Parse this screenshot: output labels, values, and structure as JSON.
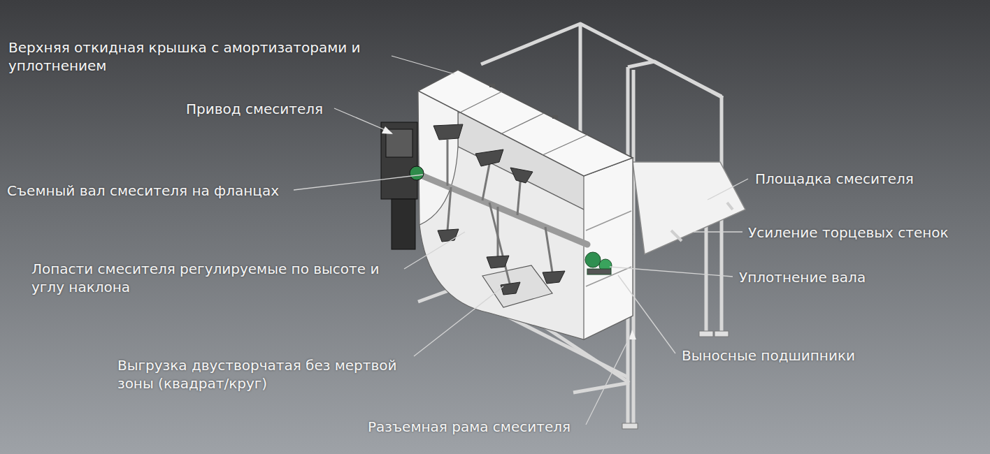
{
  "diagram": {
    "labels": [
      "Верхняя откидная крышка с амортизаторами и уплотнением",
      "Привод смесителя",
      "Съемный вал смесителя на фланцах",
      "Лопасти смесителя регулируемые по высоте и углу наклона",
      "Выгрузка двустворчатая без мертвой зоны (квадрат/круг)",
      "Разъемная рама смесителя",
      "Площадка смесителя",
      "Усиление торцевых стенок",
      "Уплотнение вала",
      "Выносные подшипники"
    ]
  }
}
